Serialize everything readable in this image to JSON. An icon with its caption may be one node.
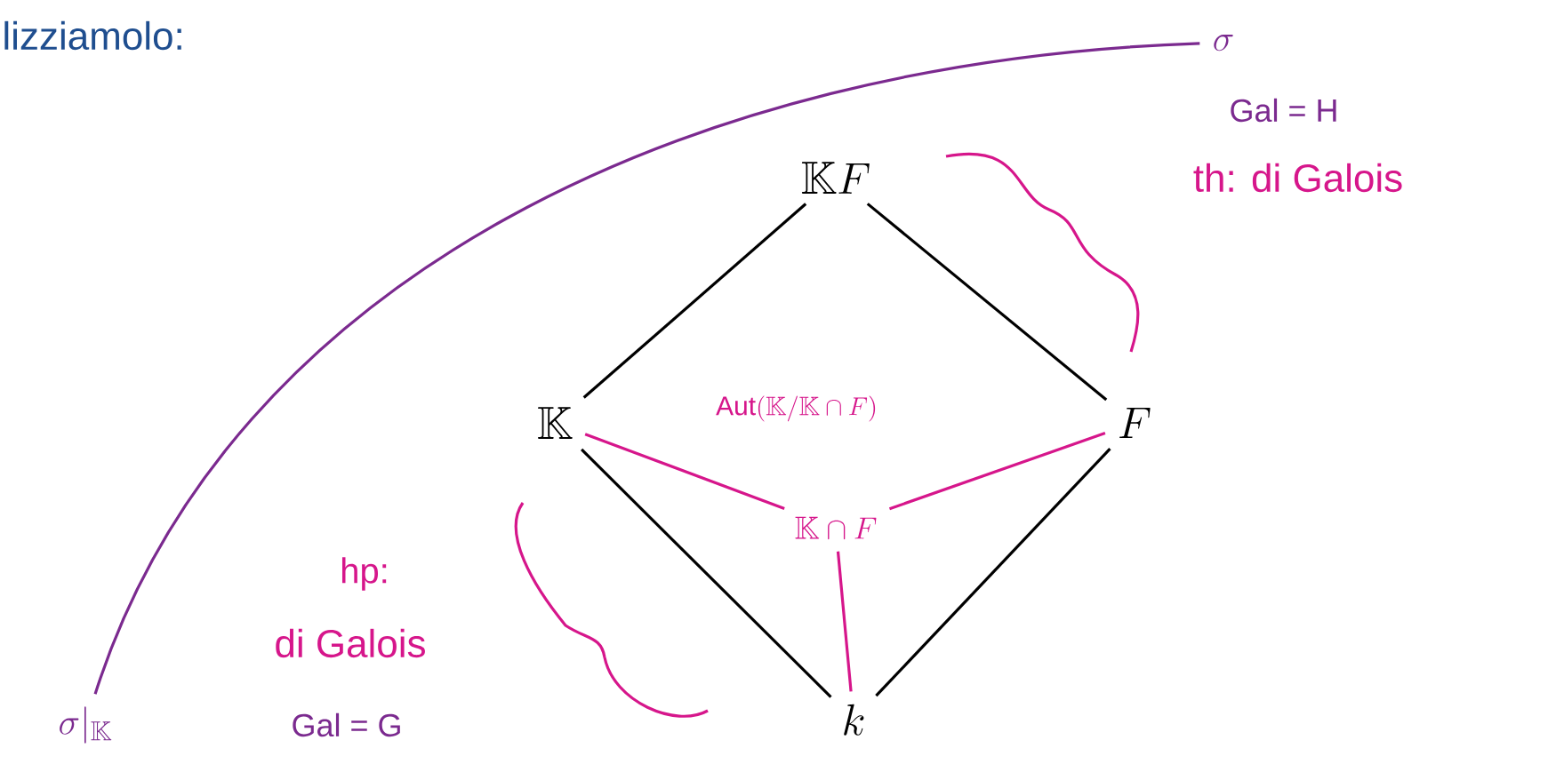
{
  "diagram": {
    "nodes": [
      {
        "text": [
          "\\mathbb{K}F"
        ]
      },
      {
        "text": [
          "\\mathbb{K}"
        ]
      },
      {
        "text": [
          "F"
        ]
      },
      {
        "text": [
          "\\mathbb{K}\\cap F"
        ]
      },
      {
        "text": [
          "k"
        ]
      },
      {
        "text": [
          "\\sigma"
        ]
      },
      {
        "text": [
          "\\sigma|_{\\mathbb{K}}"
        ]
      }
    ],
    "edges": [
      {
        "from": 0,
        "to": 1,
        "arrow": "none"
      },
      {
        "from": 0,
        "to": 2,
        "arrow": "none"
      },
      {
        "from": 1,
        "to": 3,
        "arrow": "none",
        "color": "#d6168b"
      },
      {
        "from": 2,
        "to": 3,
        "arrow": "none",
        "color": "#d6168b"
      },
      {
        "from": 1,
        "to": 4,
        "arrow": "none"
      },
      {
        "from": 3,
        "to": 4,
        "arrow": "none",
        "color": "#d6168b"
      },
      {
        "from": 2,
        "to": 4,
        "arrow": "none"
      },
      {
        "from": 6,
        "to": 5,
        "arrow": "none",
        "color": "#7b2a8f"
      }
    ],
    "labels": [
      "lizziamolo:",
      "Gal = H",
      "th: di Galois",
      "\\mathrm{Aut}(\\mathbb{K}/\\mathbb{K}\\cap F)",
      "hp:",
      "di Galois",
      "Gal = G"
    ]
  }
}
